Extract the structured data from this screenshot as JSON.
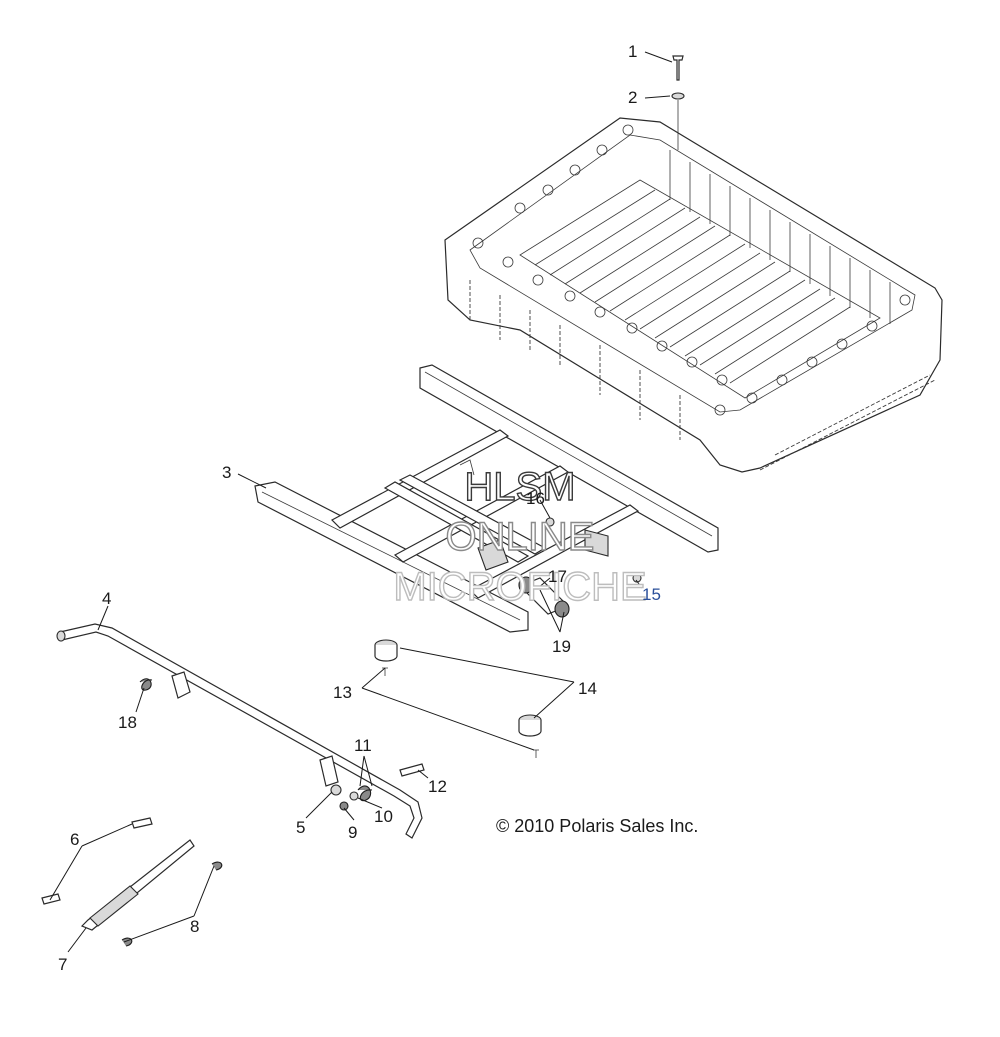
{
  "callouts": {
    "c1": "1",
    "c2": "2",
    "c3": "3",
    "c4": "4",
    "c5": "5",
    "c6": "6",
    "c7": "7",
    "c8": "8",
    "c9": "9",
    "c10": "10",
    "c11": "11",
    "c12": "12",
    "c13": "13",
    "c14": "14",
    "c15": "15",
    "c16": "16",
    "c17": "17",
    "c18": "18",
    "c19": "19"
  },
  "watermark": {
    "line1": "HLSM",
    "line2": "ONLINE",
    "line3": "MICROFICHE"
  },
  "copyright": "© 2010 Polaris Sales Inc.",
  "colors": {
    "ink": "#1a1a1a",
    "callout_blue": "#2a4f9a",
    "watermark_dark": "#3a3a3a",
    "watermark_mid": "#8a8a8a",
    "watermark_light": "#bdbdbd"
  }
}
